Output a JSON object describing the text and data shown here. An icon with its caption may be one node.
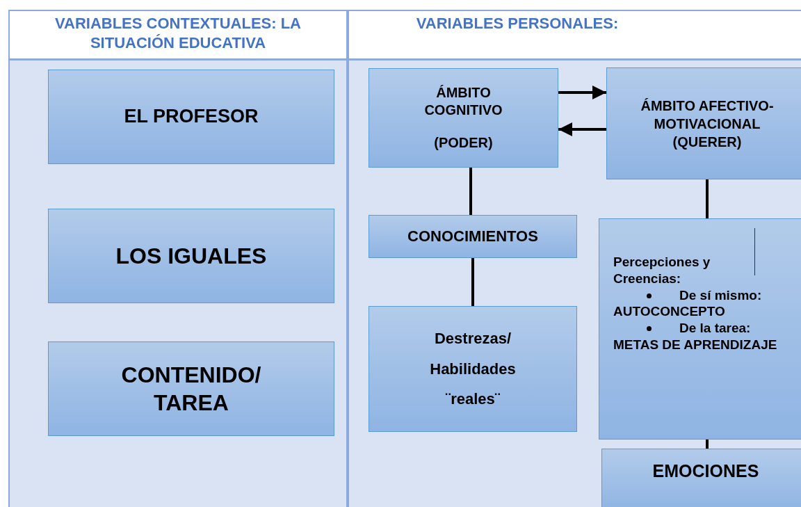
{
  "diagram": {
    "nodes": [
      {
        "text": [
          "VARIABLES CONTEXTUALES: LA SITUACIÓN EDUCATIVA"
        ]
      },
      {
        "text": [
          "EL PROFESOR"
        ],
        "in": 0
      },
      {
        "text": [
          "LOS IGUALES"
        ],
        "in": 0
      },
      {
        "text": [
          "CONTENIDO/ TAREA"
        ],
        "in": 0
      },
      {
        "text": [
          "VARIABLES PERSONALES:"
        ]
      },
      {
        "text": [
          "ÁMBITO COGNITIVO",
          "(PODER)"
        ],
        "in": 4
      },
      {
        "text": [
          "ÁMBITO AFECTIVO-MOTIVACIONAL (QUERER)"
        ],
        "in": 4
      },
      {
        "text": [
          "CONOCIMIENTOS"
        ],
        "in": 4
      },
      {
        "text": [
          "Destrezas/",
          "Habilidades",
          "¨reales¨"
        ],
        "in": 4
      },
      {
        "text": [
          "Percepciones y Creencias:",
          "De sí mismo:",
          "AUTOCONCEPTO",
          "De la tarea:",
          "METAS DE APRENDIZAJE"
        ],
        "in": 4
      },
      {
        "text": [
          "EMOCIONES"
        ],
        "in": 4
      }
    ],
    "edges": [
      {
        "from": 5,
        "to": 6,
        "arrow": "to"
      },
      {
        "from": 6,
        "to": 5,
        "arrow": "to"
      },
      {
        "from": 5,
        "to": 7,
        "arrow": "none"
      },
      {
        "from": 7,
        "to": 8,
        "arrow": "none"
      },
      {
        "from": 6,
        "to": 9,
        "arrow": "none"
      },
      {
        "from": 9,
        "to": 10,
        "arrow": "none"
      }
    ]
  }
}
